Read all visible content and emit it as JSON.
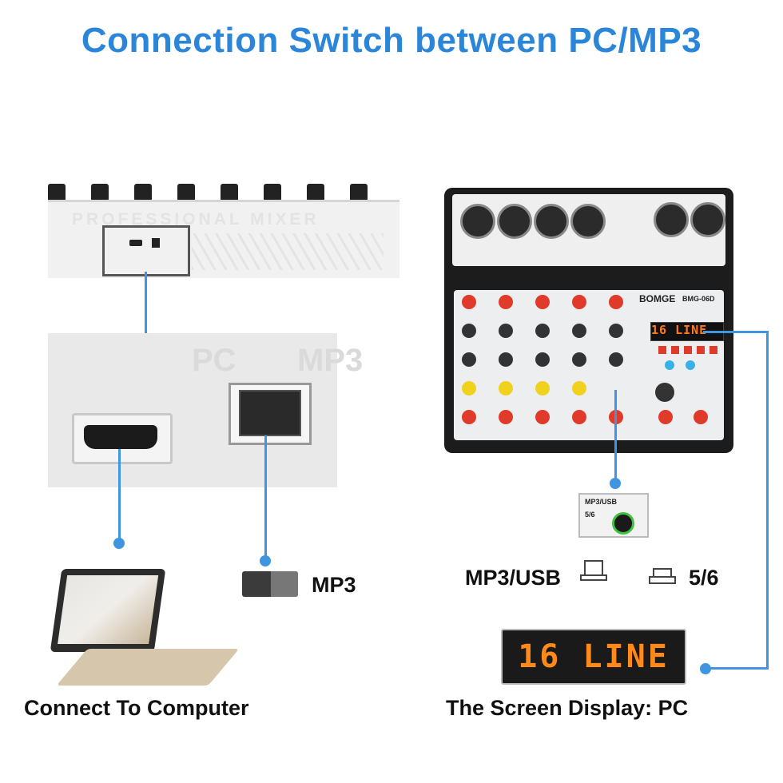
{
  "title": "Connection Switch between PC/MP3",
  "left": {
    "mixer_print": "PROFESSIONAL MIXER",
    "panel_pc": "PC",
    "panel_mp3": "MP3",
    "switch_label": "MP3",
    "caption": "Connect To Computer"
  },
  "right": {
    "brand": "BOMGE",
    "model": "BMG-06D",
    "small_display": "16 LINE",
    "jack_label_top": "MP3/USB",
    "jack_label_bottom": "5/6",
    "option_a": "MP3/USB",
    "option_b": "5/6",
    "big_display": "16 LINE",
    "caption": "The Screen Display: PC"
  },
  "colors": {
    "accent": "#2b86d9",
    "connector": "#3f95e0",
    "display": "#ff8a1a"
  }
}
